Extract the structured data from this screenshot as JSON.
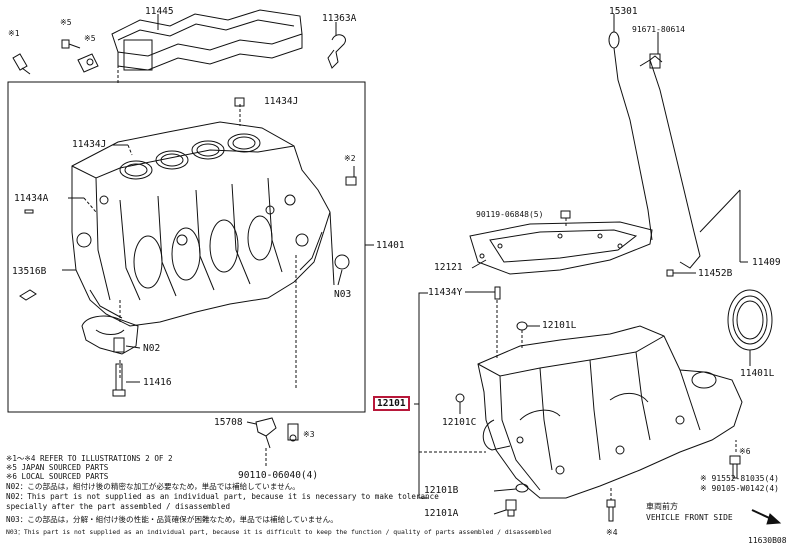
{
  "diagram_type": "exploded parts diagram",
  "labels": {
    "p11445": "11445",
    "p11363A": "11363A",
    "p15301": "15301",
    "p91671": "91671-80614",
    "s1": "※1",
    "s5": "※5",
    "p11434J_top": "11434J",
    "p11434J_mid": "11434J",
    "s2": "※2",
    "p11434A": "11434A",
    "p13516B": "13516B",
    "p11401": "11401",
    "n03": "N03",
    "n02": "N02",
    "p11416": "11416",
    "p15708": "15708",
    "s3": "※3",
    "p90110": "90110-06040(4)",
    "p90119": "90119-06848(5)",
    "p12121": "12121",
    "p11452B": "11452B",
    "p11409": "11409",
    "p11434Y": "11434Y",
    "p12101L": "12101L",
    "p12101": "12101",
    "p12101C": "12101C",
    "p11401L": "11401L",
    "p91552": "※ 91552-81035(4)",
    "p90105": "※ 90105-W0142(4)",
    "p12101B": "12101B",
    "p12101A": "12101A",
    "s4": "※4",
    "s6": "※6"
  },
  "vehicle_front": {
    "jp": "車両前方",
    "en": "VEHICLE FRONT SIDE"
  },
  "figure_id": "11630B08",
  "notes": [
    "※1～※4  REFER TO ILLUSTRATIONS 2 OF 2",
    "※5  JAPAN SOURCED PARTS",
    "※6  LOCAL SOURCED PARTS",
    "N02：この部品は，組付け後の精密な加工が必要なため，単品では補給していません。",
    "N02：This part is not supplied as an individual part, because it is necessary to make tolerance",
    "      specially after the part assembled / disassembled",
    "N03：この部品は，分解・組付け後の性能・品質確保が困難なため，単品では補給していません。",
    "N03：This part is not supplied as an individual part, because it is difficult to keep the function / quality of parts assembled / disassembled"
  ]
}
